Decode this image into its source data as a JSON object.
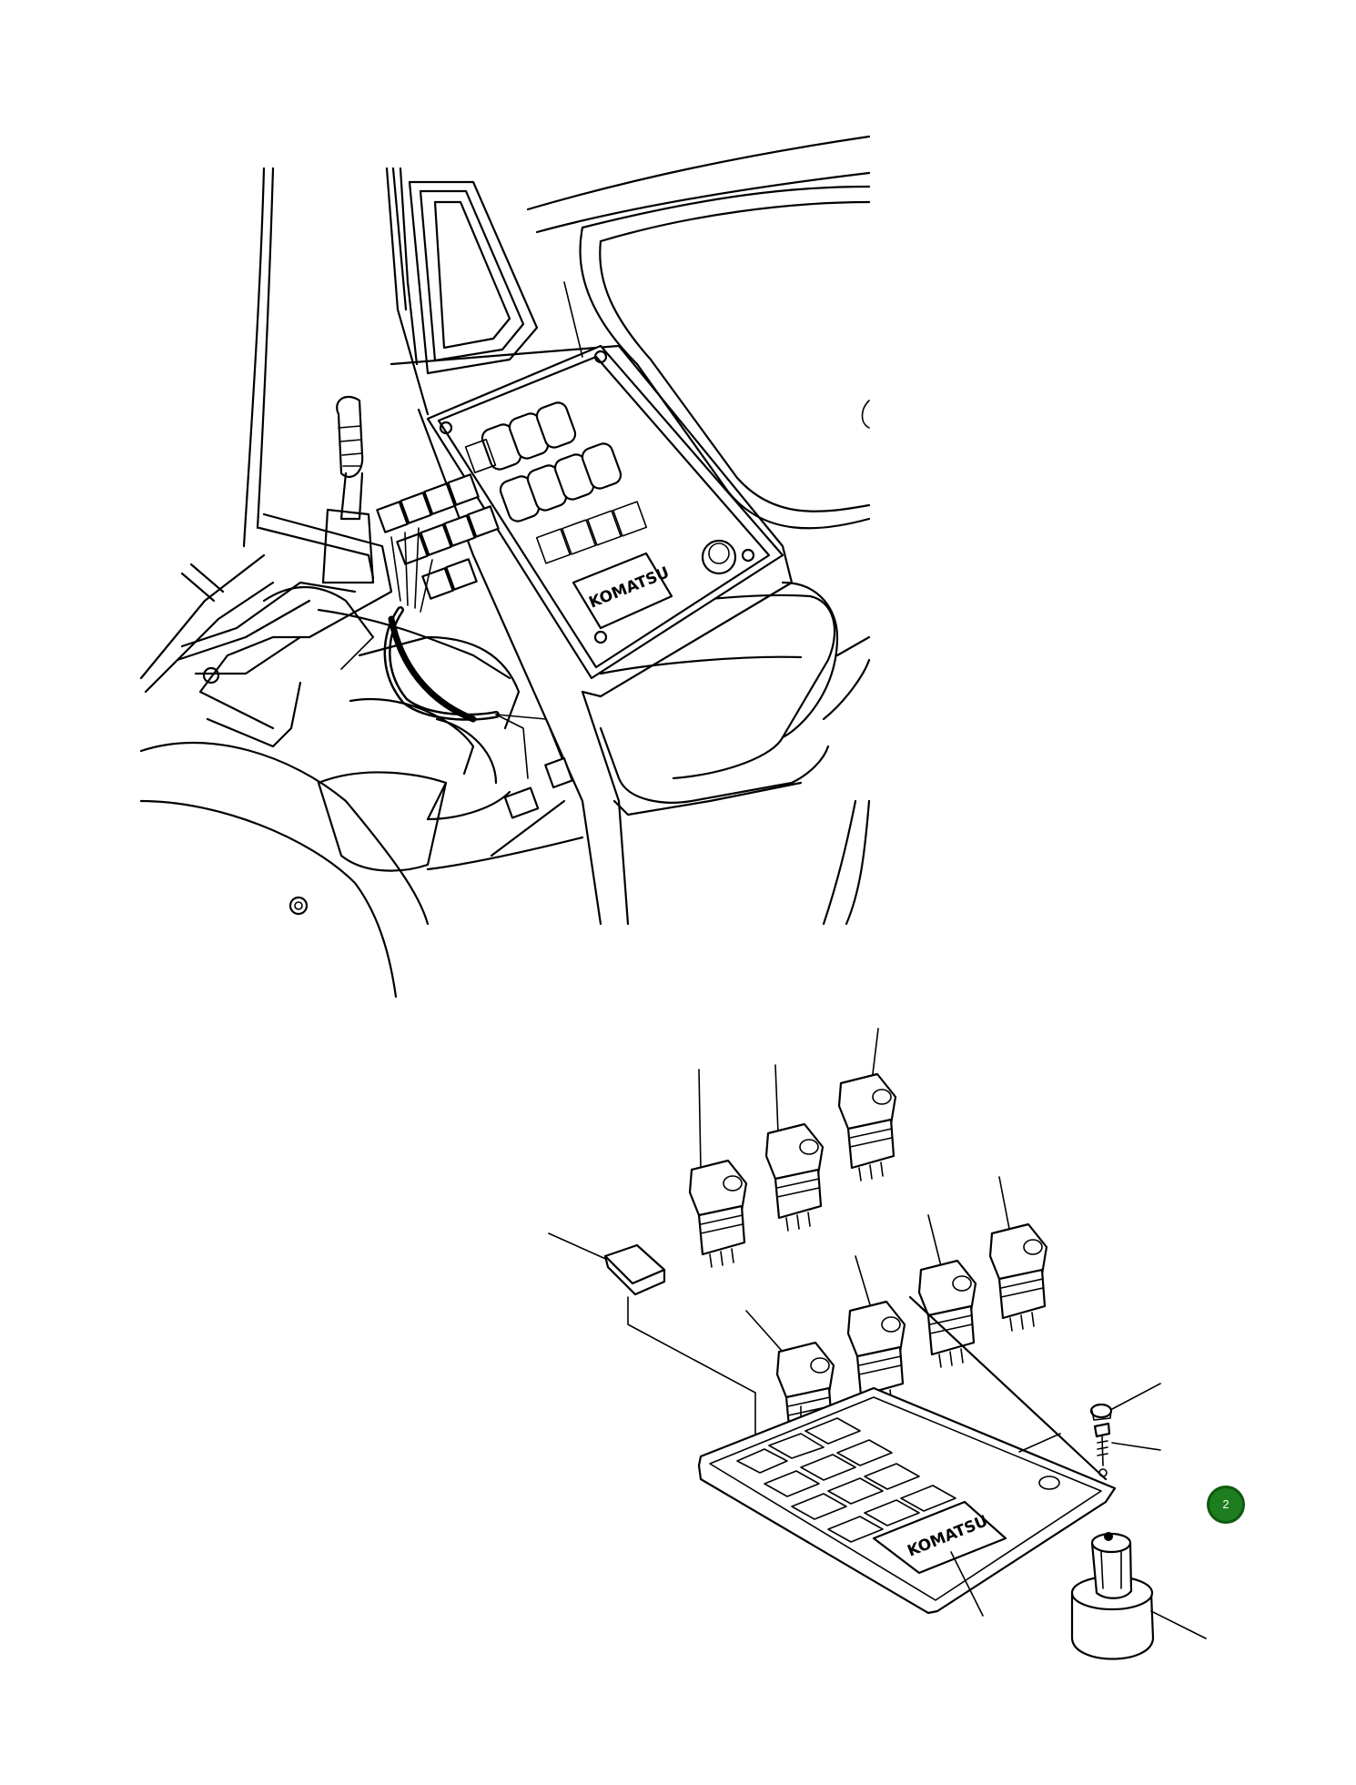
{
  "diagram": {
    "brand_logo_top": "KOMATSU",
    "brand_logo_bottom": "KOMATSU",
    "callout_label": "2",
    "callout_color": "#1e7d1e",
    "line_color": "#000000",
    "background": "#ffffff"
  }
}
